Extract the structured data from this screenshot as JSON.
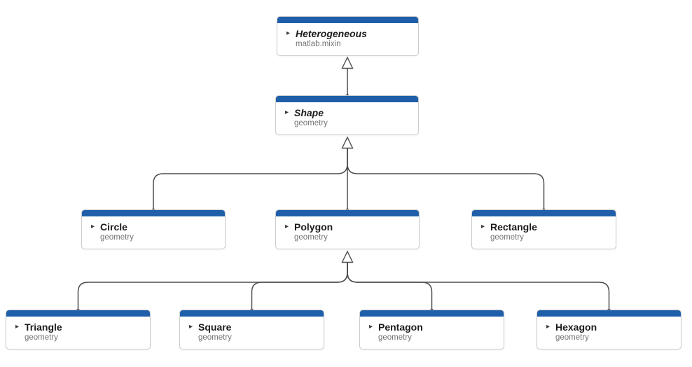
{
  "diagram": {
    "name": "Class hierarchy diagram",
    "colors": {
      "header": "#1f5fa9",
      "edge": "#4d4d4d",
      "dot": "#262626",
      "title": "#1c1c1c",
      "package": "#757575",
      "border": "#cbcbcb"
    },
    "icons": {
      "expander": "▸"
    }
  },
  "nodes": [
    {
      "title": "Heterogeneous",
      "package": "matlab.mixin",
      "abstract": true
    },
    {
      "title": "Shape",
      "package": "geometry",
      "abstract": true
    },
    {
      "title": "Circle",
      "package": "geometry",
      "abstract": false
    },
    {
      "title": "Polygon",
      "package": "geometry",
      "abstract": false
    },
    {
      "title": "Rectangle",
      "package": "geometry",
      "abstract": false
    },
    {
      "title": "Triangle",
      "package": "geometry",
      "abstract": false
    },
    {
      "title": "Square",
      "package": "geometry",
      "abstract": false
    },
    {
      "title": "Pentagon",
      "package": "geometry",
      "abstract": false
    },
    {
      "title": "Hexagon",
      "package": "geometry",
      "abstract": false
    }
  ],
  "edges": [
    {
      "from": "Shape",
      "to": "Heterogeneous",
      "type": "inheritance"
    },
    {
      "from": "Circle",
      "to": "Shape",
      "type": "inheritance"
    },
    {
      "from": "Polygon",
      "to": "Shape",
      "type": "inheritance"
    },
    {
      "from": "Rectangle",
      "to": "Shape",
      "type": "inheritance"
    },
    {
      "from": "Triangle",
      "to": "Polygon",
      "type": "inheritance"
    },
    {
      "from": "Square",
      "to": "Polygon",
      "type": "inheritance"
    },
    {
      "from": "Pentagon",
      "to": "Polygon",
      "type": "inheritance"
    },
    {
      "from": "Hexagon",
      "to": "Polygon",
      "type": "inheritance"
    }
  ]
}
